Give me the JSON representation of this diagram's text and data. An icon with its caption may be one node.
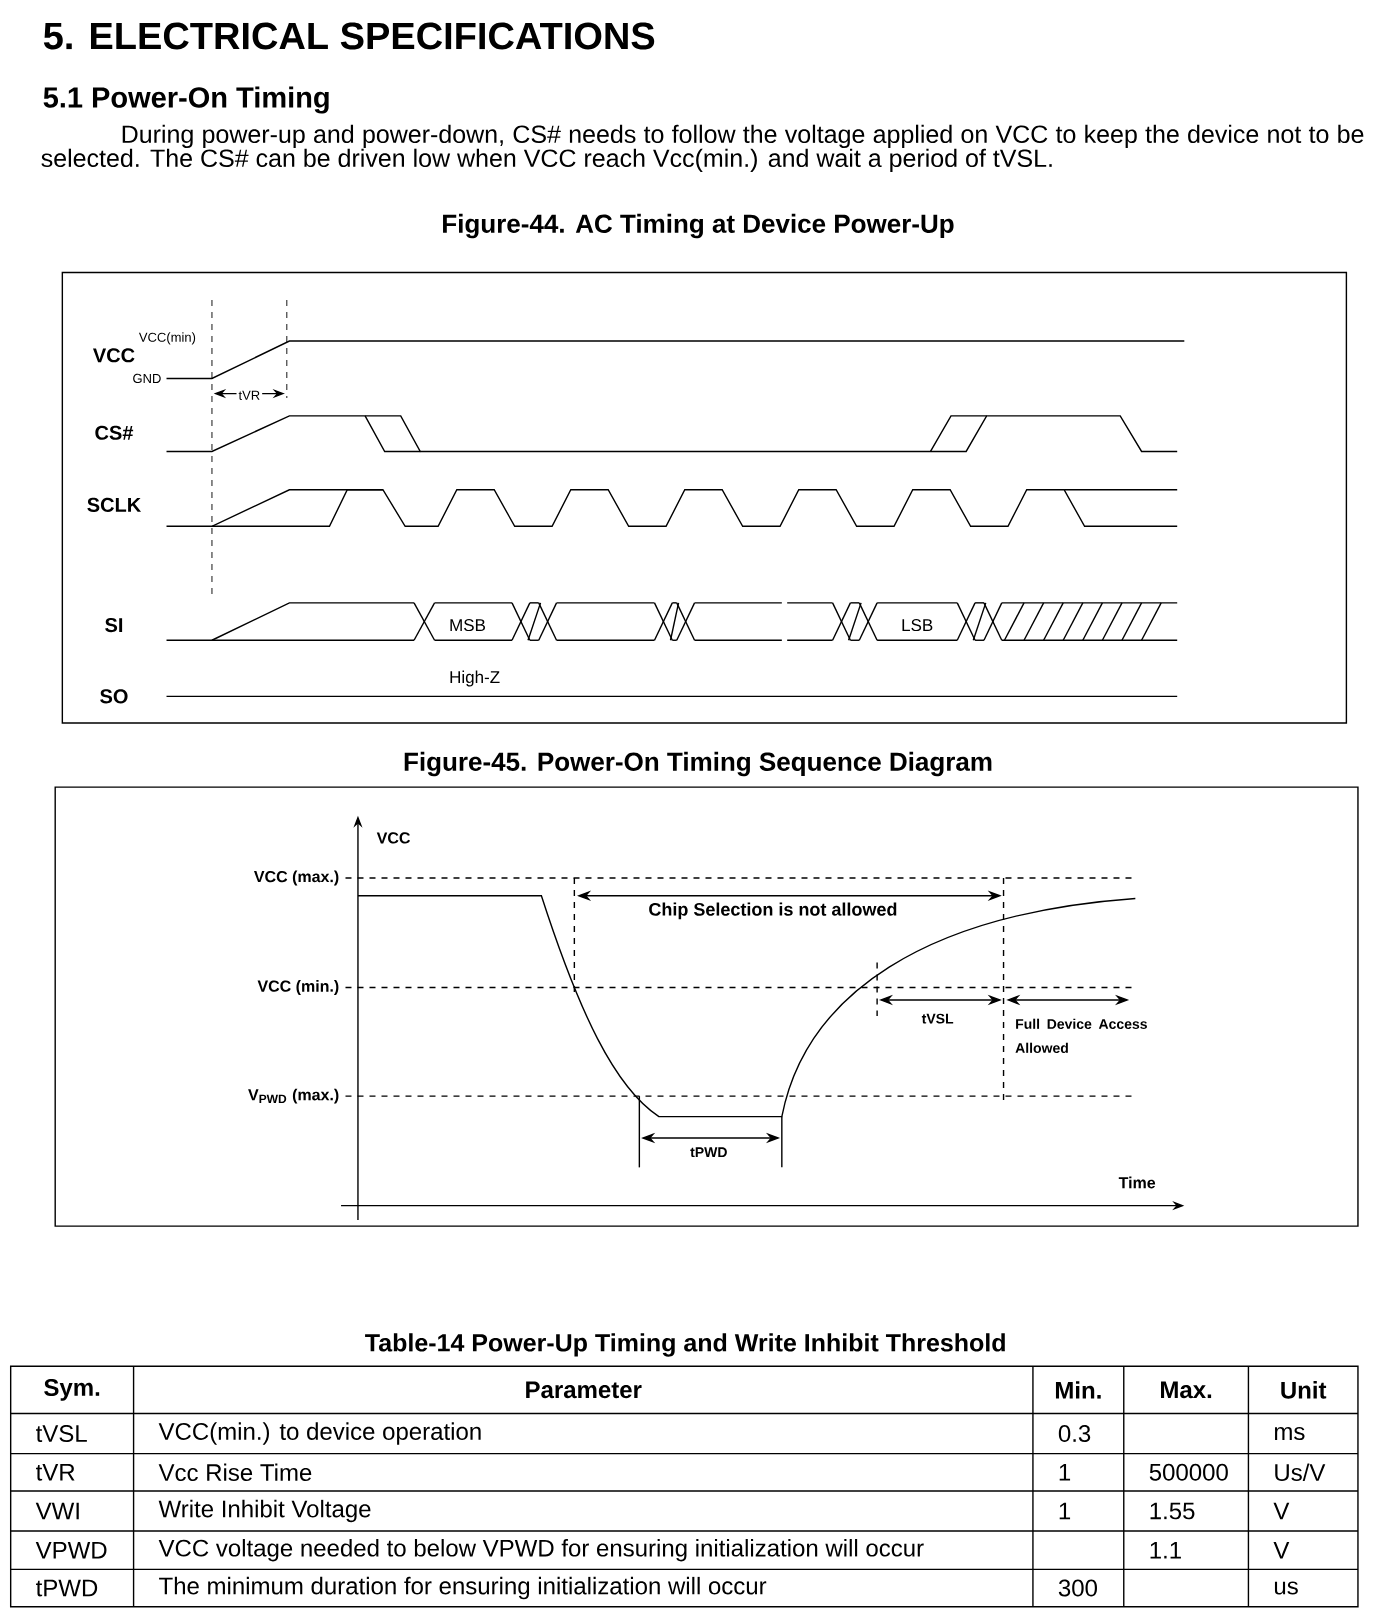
{
  "diagram": {
    "title": "5. ELECTRICAL SPECIFICATIONS",
    "labels": [
      "5.1 Power-On Timing",
      "During power-up and power-down, CS# needs to follow the voltage applied on VCC to keep the device not to be selected. The CS# can be driven low when VCC reach Vcc(min.) and wait a period of tVSL.",
      "Figure-44. AC Timing at Device Power-Up",
      "VCC",
      "VCC(min)",
      "GND",
      "tVR",
      "CS#",
      "SCLK",
      "SI",
      "MSB",
      "LSB",
      "SO",
      "High-Z",
      "Figure-45. Power-On Timing Sequence Diagram",
      "VCC",
      "VCC (max.)",
      "Chip Selection is not allowed",
      "VCC (min.)",
      "tVSL",
      "Full Device Access Allowed",
      "V$_{PWD}$ (max.)",
      "tPWD",
      "Time",
      "Table-14 Power-Up Timing and Write Inhibit Threshold",
      "Sym.",
      "Parameter",
      "Min.",
      "Max.",
      "Unit",
      "tVSL",
      "VCC(min.) to device operation",
      "0.3",
      "ms",
      "tVR",
      "Vcc Rise Time",
      "1",
      "500000",
      "Us/V",
      "VWI",
      "Write Inhibit Voltage",
      "1",
      "1.55",
      "V",
      "VPWD",
      "VCC voltage needed to below VPWD for ensuring initialization will occur",
      "1.1",
      "V",
      "tPWD",
      "The minimum duration for ensuring initialization will occur",
      "300",
      "us"
    ]
  }
}
